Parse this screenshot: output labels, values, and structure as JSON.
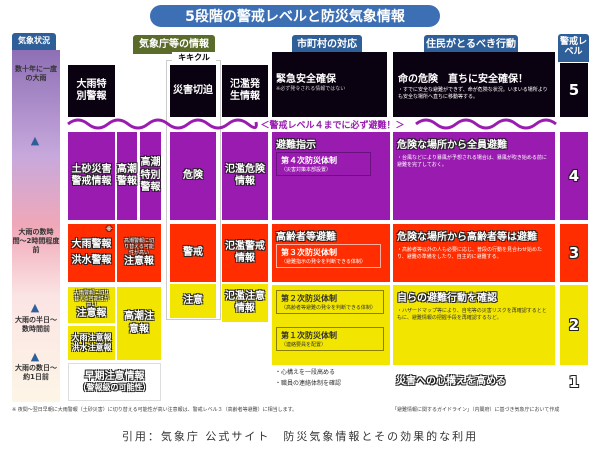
{
  "title": "5段階の警戒レベルと防災気象情報",
  "headers": {
    "weather": "気象状況",
    "jma": "気象庁等の情報",
    "municipal": "市町村の対応",
    "residents": "住民がとるべき行動",
    "level": "警戒レベル"
  },
  "conditions": [
    "数十年に一度の大雨",
    "大雨の数時間〜2時間程度前",
    "大雨の半日〜数時間前",
    "大雨の数日〜約1日前"
  ],
  "kikikuru": "キキクル",
  "banner": "＜警戒レベル４までに必ず避難！＞",
  "colors": {
    "level5": "#0a0210",
    "level4": "#9a1bb0",
    "level3": "#ff2d00",
    "level2": "#f2e600",
    "header": "#2f5f99",
    "jma_header": "#5a6b2a"
  },
  "level5": {
    "level": "5",
    "jma": [
      "大雨特別警報",
      "災害切迫",
      "氾濫発生情報"
    ],
    "municipal_title": "緊急安全確保",
    "municipal_note": "※必ず発令される情報ではない",
    "action_title": "命の危険　直ちに安全確保！",
    "action_text": "・すでに安全な避難ができず、命が危険な状況。いまいる場所よりも安全な場所へ直ちに移動等する。"
  },
  "level4": {
    "level": "4",
    "jma": [
      "土砂災害警戒情報",
      "高潮警報",
      "高潮特別警報",
      "危険",
      "氾濫危険情報"
    ],
    "municipal_title": "避難指示",
    "system": "第４次防災体制",
    "system_note": "（災害対策本部設置）",
    "action_title": "危険な場所から全員避難",
    "action_text": "・台風などにより暴風が予想される場合は、暴風が吹き始める前に避難を完了しておく。"
  },
  "level3": {
    "level": "3",
    "jma": [
      "大雨警報",
      "洪水警報",
      "高潮警報に切り替える可能性が高い",
      "注意報",
      "警戒",
      "氾濫警戒情報"
    ],
    "mark": "※",
    "municipal_title": "高齢者等避難",
    "system": "第３次防災体制",
    "system_note": "（避難指示の発令を判断できる体制）",
    "action_title": "危険な場所から高齢者等は避難",
    "action_text": "・高齢者等以外の人も必要に応じ、普段の行動を見合わせ始めたり、避難の準備をしたり、自主的に避難する。"
  },
  "level2": {
    "level": "2",
    "jma": [
      "大雨警報に切り替える可能性が高い",
      "注意報",
      "大雨注意報",
      "洪水注意報",
      "高潮注意報",
      "注意",
      "氾濫注意情報"
    ],
    "system2": "第２次防災体制",
    "system2_note": "（高齢者等避難の発令を判断できる体制）",
    "system1": "第１次防災体制",
    "system1_note": "（連絡要員を配置）",
    "action_title": "自らの避難行動を確認",
    "action_text": "・ハザードマップ等により、自宅等の災害リスクを再確認するとともに、避難情報の把握手段を再確認するなど。"
  },
  "level1": {
    "level": "1",
    "jma": "早期注意情報",
    "jma_note": "（警報級の可能性）",
    "municipal": [
      "・心構えを一段高める",
      "・職員の連絡体制を確認"
    ],
    "action_title": "災害への心構えを高める"
  },
  "footnote": "※ 夜間〜翌日早朝に大雨警報（土砂災害）に切り替える可能性が高い注意報は、警戒レベル３（高齢者等避難）に相当します。",
  "source_note": "「避難情報に関するガイドライン」（内閣府）に基づき気象庁において作成",
  "citation": "引用：気象庁 公式サイト　防災気象情報とその効果的な利用"
}
